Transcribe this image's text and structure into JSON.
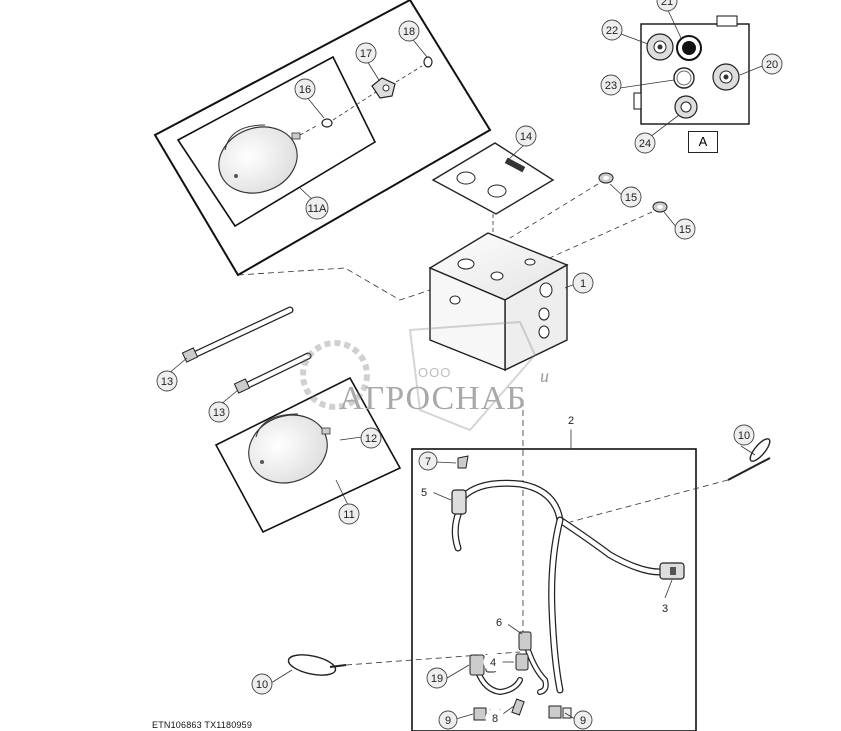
{
  "diagram": {
    "callouts": [
      {
        "id": "c21",
        "label": "21"
      },
      {
        "id": "c22",
        "label": "22"
      },
      {
        "id": "c20",
        "label": "20"
      },
      {
        "id": "c23",
        "label": "23"
      },
      {
        "id": "c24",
        "label": "24"
      },
      {
        "id": "c18",
        "label": "18"
      },
      {
        "id": "c17",
        "label": "17"
      },
      {
        "id": "c16",
        "label": "16"
      },
      {
        "id": "c11a",
        "label": "11A"
      },
      {
        "id": "c14",
        "label": "14"
      },
      {
        "id": "c15a",
        "label": "15"
      },
      {
        "id": "c15b",
        "label": "15"
      },
      {
        "id": "c1",
        "label": "1"
      },
      {
        "id": "c13a",
        "label": "13"
      },
      {
        "id": "c13b",
        "label": "13"
      },
      {
        "id": "c12",
        "label": "12"
      },
      {
        "id": "c11",
        "label": "11"
      },
      {
        "id": "c2",
        "label": "2"
      },
      {
        "id": "c10a",
        "label": "10"
      },
      {
        "id": "c7",
        "label": "7"
      },
      {
        "id": "c5",
        "label": "5"
      },
      {
        "id": "c3",
        "label": "3"
      },
      {
        "id": "c6",
        "label": "6"
      },
      {
        "id": "c4",
        "label": "4"
      },
      {
        "id": "c19",
        "label": "19"
      },
      {
        "id": "c8",
        "label": "8"
      },
      {
        "id": "c9a",
        "label": "9"
      },
      {
        "id": "c9b",
        "label": "9"
      },
      {
        "id": "c10b",
        "label": "10"
      }
    ],
    "view_label": "A",
    "footer_code": "ETN106863  TX1180959",
    "watermark": {
      "company": "ООО",
      "name": "АГРОСНАБ",
      "tail": "u"
    }
  }
}
